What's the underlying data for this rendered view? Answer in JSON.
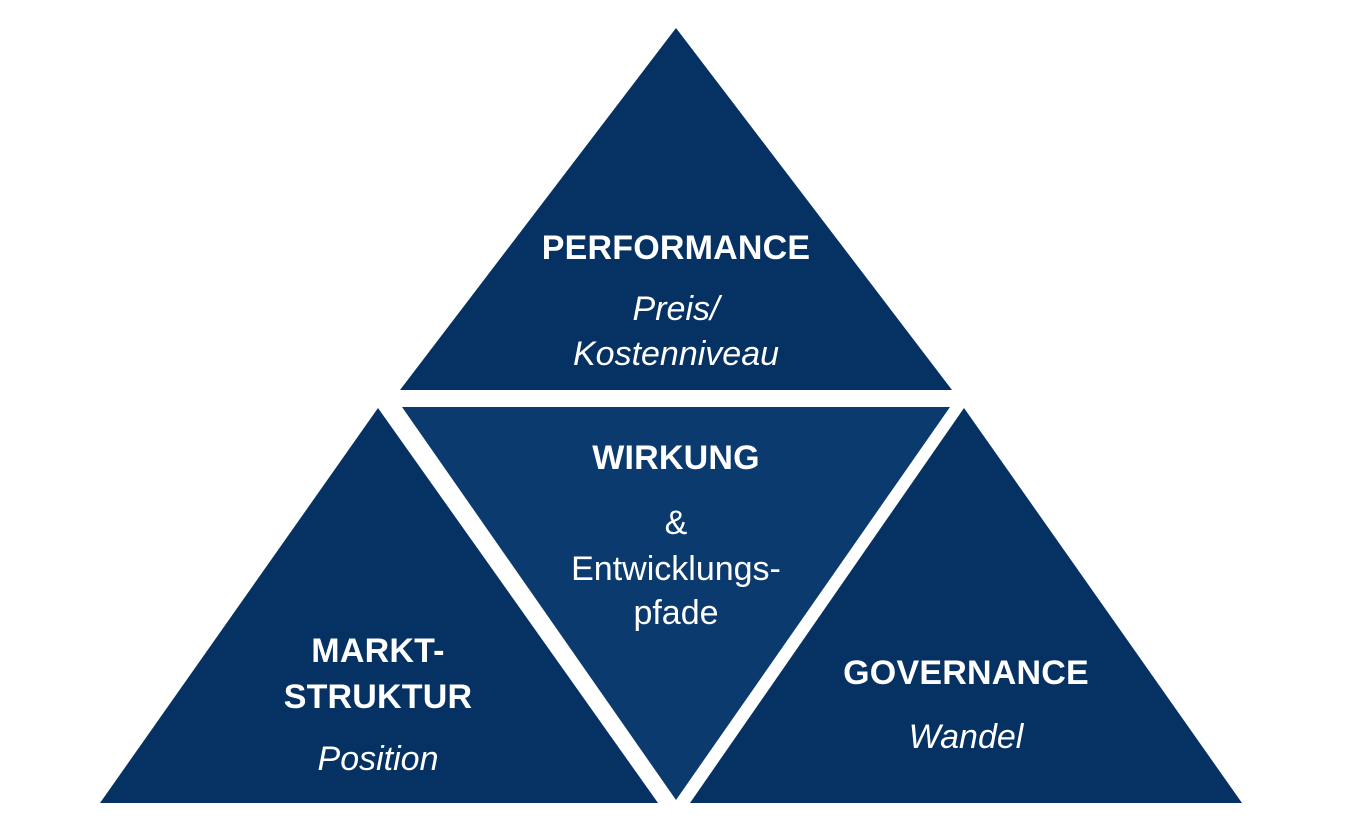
{
  "colors": {
    "outer_fill": "#063163",
    "inner_fill": "#0b3a6e",
    "text": "#ffffff",
    "background": "#ffffff"
  },
  "top": {
    "title": "PERFORMANCE",
    "subtitle_line1": "Preis/",
    "subtitle_line2": "Kostenniveau"
  },
  "center": {
    "title": "WIRKUNG",
    "line1": "&",
    "line2": "Entwicklungs-",
    "line3": "pfade"
  },
  "left": {
    "title_line1": "MARKT-",
    "title_line2": "STRUKTUR",
    "subtitle": "Position"
  },
  "right": {
    "title": "GOVERNANCE",
    "subtitle": "Wandel"
  }
}
